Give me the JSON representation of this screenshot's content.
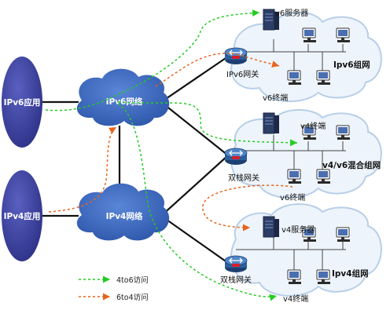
{
  "nodes": {
    "ipv6_app": "IPv6应用",
    "ipv4_app": "IPv4应用",
    "ipv6_network": "IPv6网络",
    "ipv4_network": "IPv4网络",
    "v6_server": "v6服务器",
    "ipv6_gateway": "IPv6网关",
    "v6_terminal_top": "v6终端",
    "ipv6_group": "Ipv6组网",
    "v4_terminal_mid": "v4终端",
    "dual_stack_gateway_mid": "双栈网关",
    "mixed_group": "v4/v6混合组网",
    "v6_terminal_mid": "v6终端",
    "v4_server": "v4服务器",
    "dual_stack_gateway_bottom": "双栈网关",
    "ipv4_group": "Ipv4组网",
    "v4_terminal_bottom": "v4终端"
  },
  "legend": {
    "green_label": "4to6访问",
    "orange_label": "6to4访问",
    "green_color": "#22cc22",
    "orange_color": "#e8641c"
  },
  "colors": {
    "app_ellipse": "#3a3f9e",
    "network_cloud": "#3c63b8",
    "site_cloud_fill": "#eef4fb",
    "site_cloud_stroke": "#b7cfe8",
    "router": "#2c5f9e"
  },
  "icons": [
    "router-icon",
    "server-icon",
    "computer-icon"
  ]
}
